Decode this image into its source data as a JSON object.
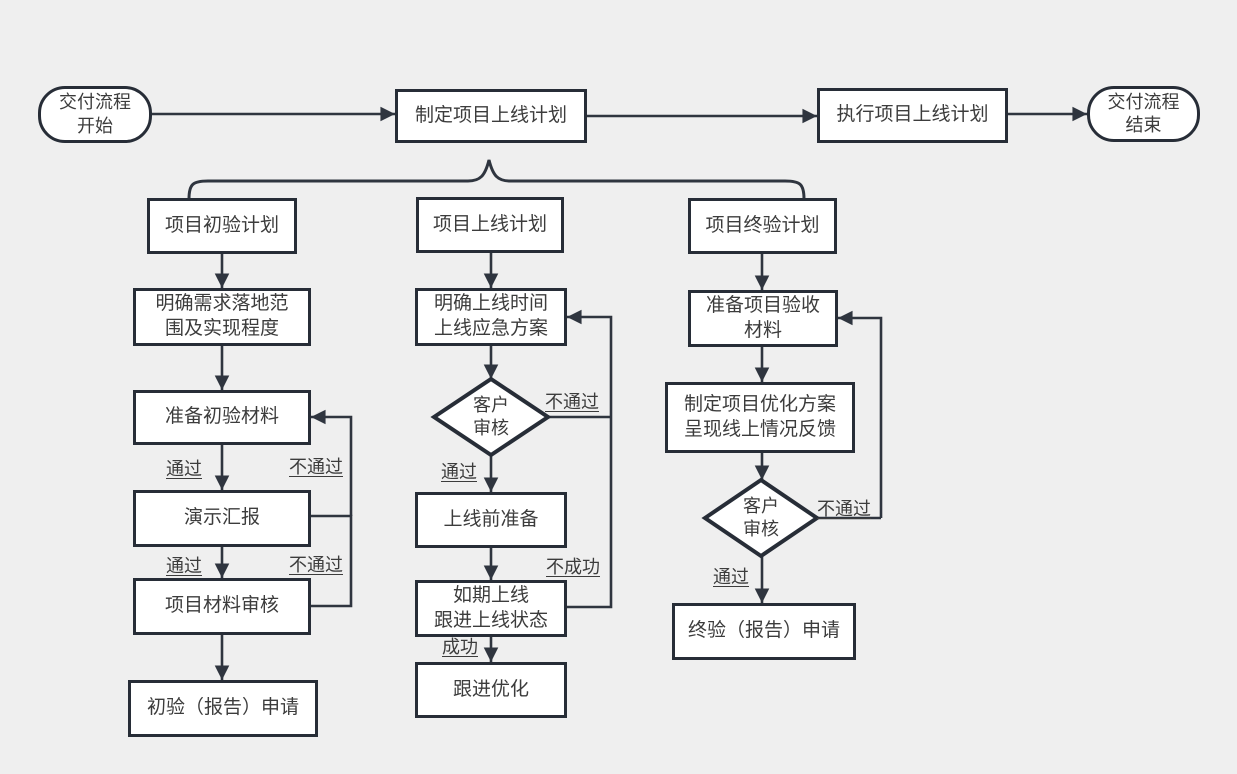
{
  "colors": {
    "background": "#efefef",
    "stroke": "#2f353f",
    "border": "#272d37",
    "text": "#3c3c3c",
    "node-fill": "#ffffff"
  },
  "flowchart": {
    "top": {
      "start": "交付流程\n开始",
      "make_plan": "制定项目上线计划",
      "execute_plan": "执行项目上线计划",
      "end": "交付流程\n结束"
    },
    "initial_acceptance": {
      "header": "项目初验计划",
      "scope": "明确需求落地范\n围及实现程度",
      "materials": "准备初验材料",
      "demo": "演示汇报",
      "review": "项目材料审核",
      "apply": "初验（报告）申请",
      "pass_1": "通过",
      "fail_1": "不通过",
      "pass_2": "通过",
      "fail_2": "不通过"
    },
    "launch": {
      "header": "项目上线计划",
      "schedule": "明确上线时间\n上线应急方案",
      "decision": "客户\n审核",
      "prepare": "上线前准备",
      "golive": "如期上线\n跟进上线状态",
      "optimize": "跟进优化",
      "fail": "不通过",
      "pass": "通过",
      "unsuccessful": "不成功",
      "successful": "成功"
    },
    "final_acceptance": {
      "header": "项目终验计划",
      "materials": "准备项目验收\n材料",
      "optimization_plan": "制定项目优化方案\n呈现线上情况反馈",
      "decision": "客户\n审核",
      "apply": "终验（报告）申请",
      "fail": "不通过",
      "pass": "通过"
    }
  }
}
